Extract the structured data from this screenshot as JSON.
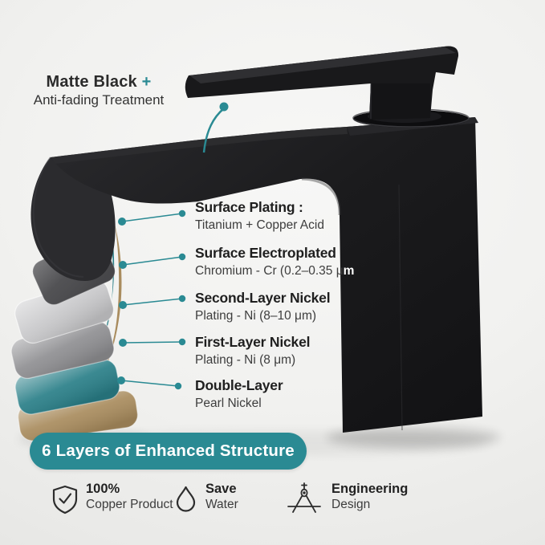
{
  "colors": {
    "accent": "#2a8a93",
    "faucet_black": "#1b1b1d",
    "ink": "#2d2d2d"
  },
  "header": {
    "title": "Matte Black",
    "plus": " +",
    "subtitle": "Anti-fading Treatment"
  },
  "callouts": [
    {
      "title": "Surface Plating :",
      "desc": "Titanium + Copper Acid",
      "desc_overlap": ""
    },
    {
      "title": "Surface Electroplated",
      "desc": "Chromium - Cr (0.2–0.35 μ",
      "desc_overlap": "m"
    },
    {
      "title": "Second-Layer Nickel",
      "desc": "Plating - Ni (8–10 μm)",
      "desc_overlap": ""
    },
    {
      "title": "First-Layer Nickel",
      "desc": "Plating - Ni (8  μm)",
      "desc_overlap": ""
    },
    {
      "title": "Double-Layer",
      "desc": "Pearl Nickel",
      "desc_overlap": ""
    }
  ],
  "banner": {
    "label": "6 Layers of Enhanced Structure"
  },
  "features": [
    {
      "icon": "shield-check-icon",
      "line1": "100%",
      "line2": "Copper Product"
    },
    {
      "icon": "water-drop-icon",
      "line1": "Save",
      "line2": "Water"
    },
    {
      "icon": "engineering-compass-icon",
      "line1": "Engineering",
      "line2": "Design"
    }
  ],
  "structure_layers": [
    {
      "name": "matte-black-surface",
      "color": "#2b2b2e"
    },
    {
      "name": "dark-nickel-sheet",
      "color": "#4b4b4e"
    },
    {
      "name": "silver-chromium-sheet",
      "color": "#c9c9cb"
    },
    {
      "name": "nickel-gray-sheet",
      "color": "#8f8f92"
    },
    {
      "name": "teal-sheet",
      "color": "#2a7f88"
    },
    {
      "name": "copper-gold-sheet",
      "color": "#a98c5e"
    }
  ]
}
